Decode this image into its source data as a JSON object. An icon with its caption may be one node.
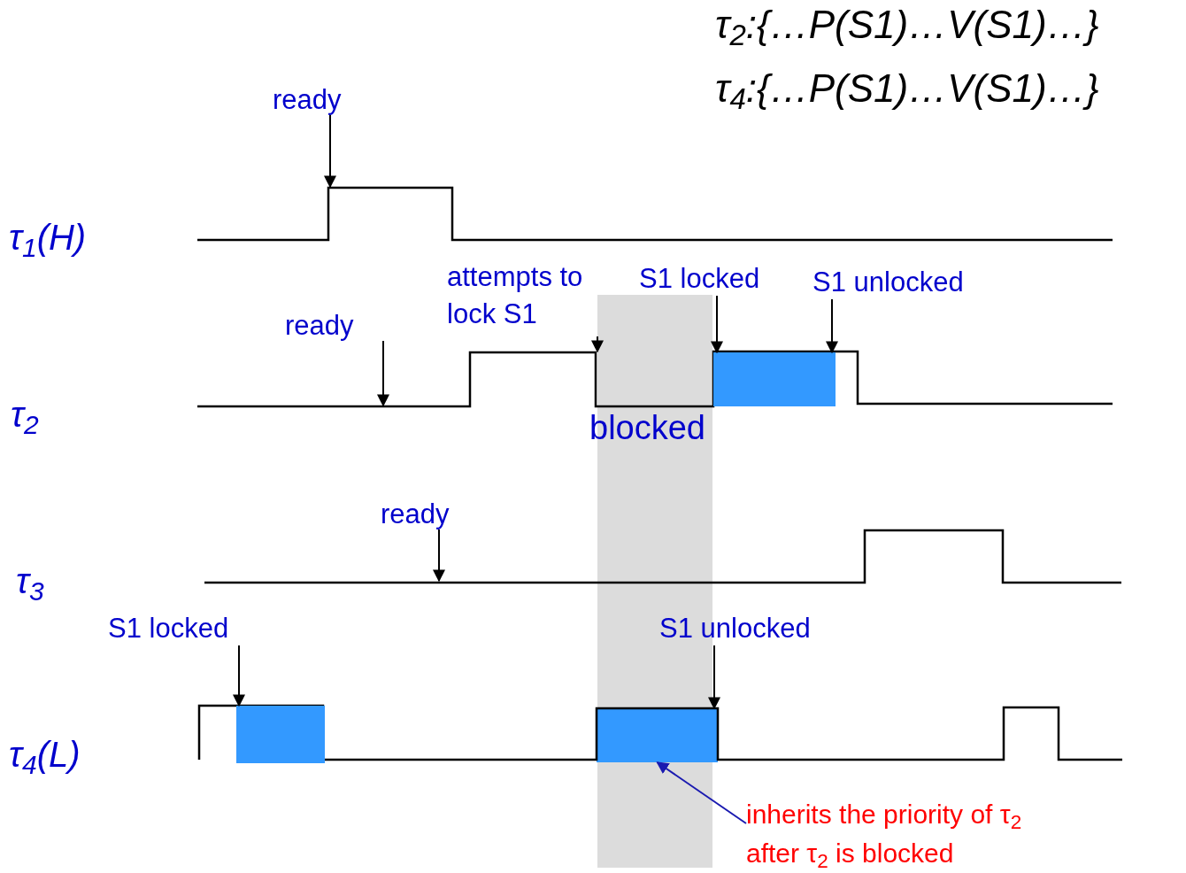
{
  "diagram": {
    "nodes": [
      {
        "text": [
          "ready"
        ]
      },
      {
        "text": [
          "ready"
        ]
      },
      {
        "text": [
          "attempts to lock S1"
        ]
      },
      {
        "text": [
          "S1 locked"
        ]
      },
      {
        "text": [
          "S1 unlocked"
        ]
      },
      {
        "text": [
          "ready"
        ]
      },
      {
        "text": [
          "S1 locked"
        ]
      },
      {
        "text": [
          "S1 unlocked"
        ]
      },
      {
        "text": [],
        "shape": "bar"
      },
      {
        "text": [],
        "shape": "bar"
      },
      {
        "text": [],
        "shape": "bar",
        "in": 12
      },
      {
        "text": [
          "inherits the priority of τ$_{2}$ after τ$_{2}$ is blocked"
        ]
      },
      {
        "text": [],
        "shape": "band"
      }
    ],
    "edges": [
      {
        "from": 0,
        "to": null,
        "arrow": "to"
      },
      {
        "from": 1,
        "to": null,
        "arrow": "to"
      },
      {
        "from": 2,
        "to": 12,
        "arrow": "to"
      },
      {
        "from": 3,
        "to": 8,
        "arrow": "to"
      },
      {
        "from": 4,
        "to": 8,
        "arrow": "to"
      },
      {
        "from": 5,
        "to": null,
        "arrow": "to"
      },
      {
        "from": 6,
        "to": 9,
        "arrow": "to"
      },
      {
        "from": 7,
        "to": 10,
        "arrow": "to"
      },
      {
        "from": 11,
        "to": 10,
        "arrow": "to",
        "color": "#1a1ab0"
      }
    ],
    "labels": [
      "τ$_{2}$:{…P(S1)…V(S1)…}",
      "τ$_{4}$:{…P(S1)…V(S1)…}",
      "τ$_{1}$(H)",
      "τ$_{2}$",
      "blocked",
      "τ$_{3}$",
      "τ$_{4}$(L)"
    ]
  }
}
